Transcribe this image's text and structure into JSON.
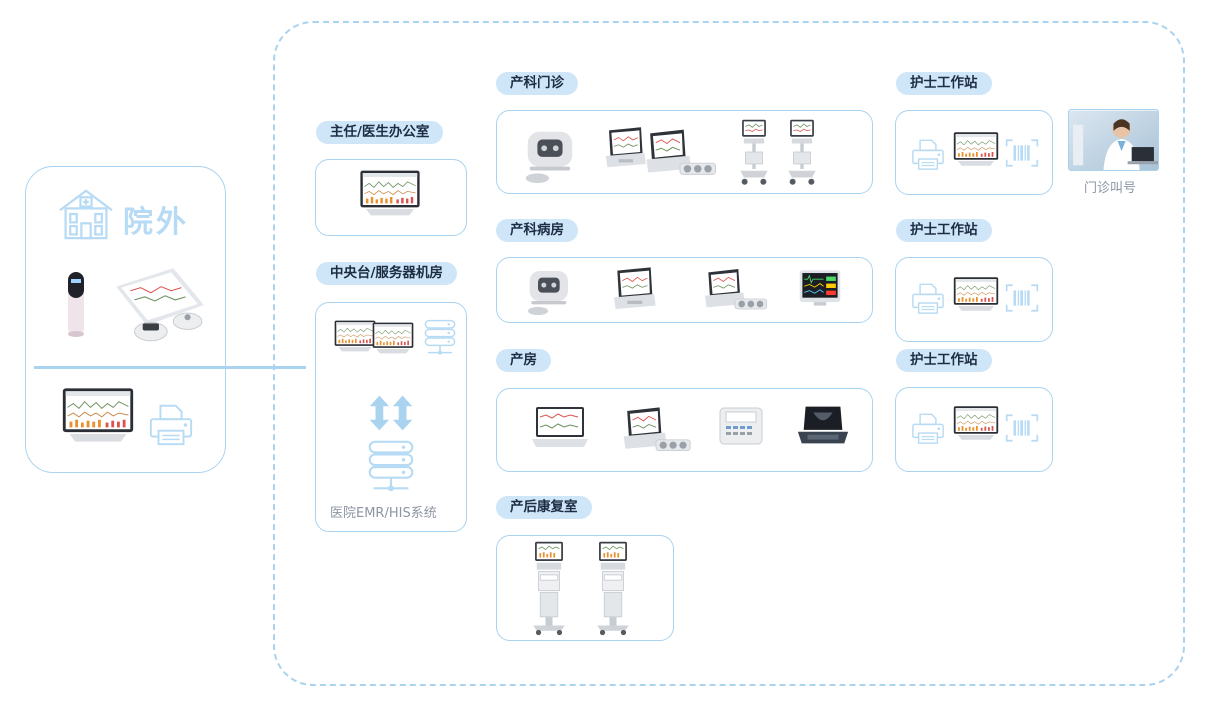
{
  "outside": {
    "title": "院外",
    "icon": "hospital-icon"
  },
  "sections": {
    "director_office": "主任/医生办公室",
    "central_station": "中央台/服务器机房",
    "obstetric_clinic": "产科门诊",
    "obstetric_ward": "产科病房",
    "delivery_room": "产房",
    "postpartum_room": "产后康复室"
  },
  "nurse_stations": [
    "护士工作站",
    "护士工作站",
    "护士工作站"
  ],
  "emr_label": "医院EMR/HIS系统",
  "clinic_call_label": "门诊叫号",
  "colors": {
    "accent": "#a9d3ef",
    "pill": "#cfe6f8",
    "icon": "#b7dbf4",
    "text": "#1d2d44"
  }
}
